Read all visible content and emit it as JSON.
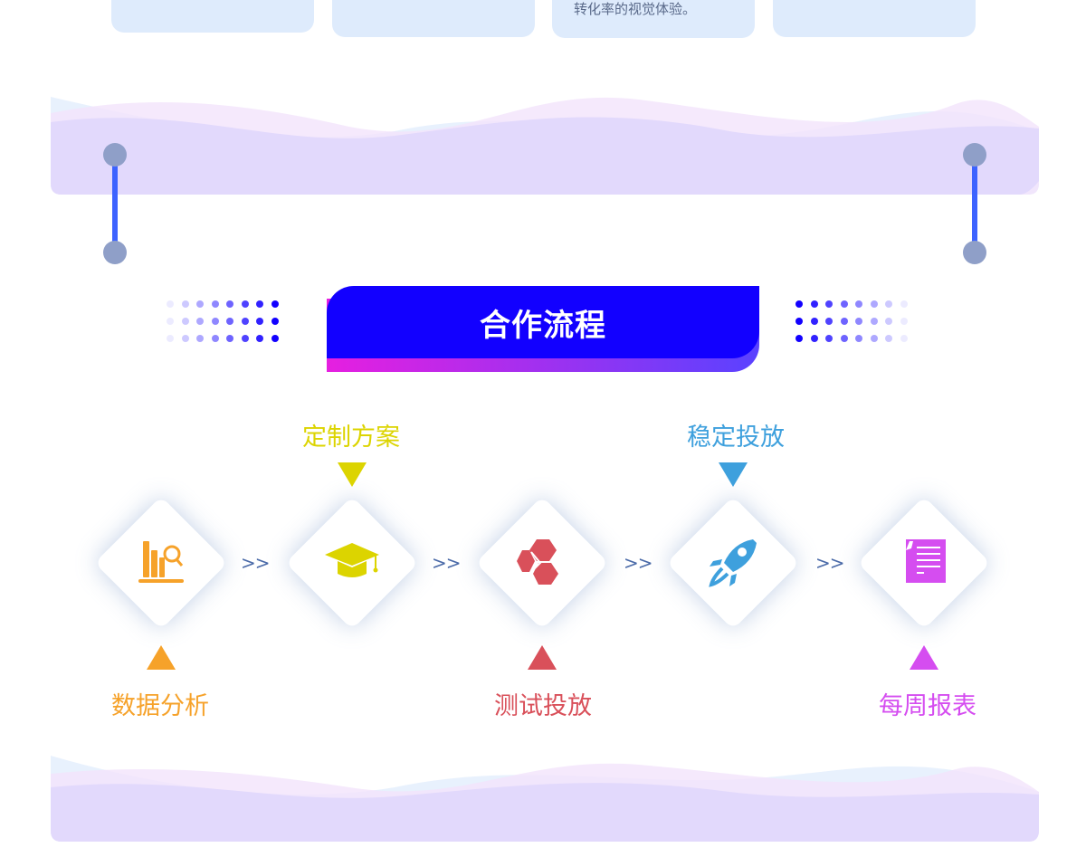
{
  "top_cards": [
    {
      "text": ""
    },
    {
      "text": ""
    },
    {
      "text": "转化率的视觉体验。"
    },
    {
      "text": ""
    }
  ],
  "section": {
    "title": "合作流程"
  },
  "steps": [
    {
      "label": "数据分析",
      "icon": "chart-search-icon",
      "color": "#f6a22a"
    },
    {
      "label": "定制方案",
      "icon": "graduation-cap-icon",
      "color": "#dcd400"
    },
    {
      "label": "测试投放",
      "icon": "cubes-icon",
      "color": "#d9505a"
    },
    {
      "label": "稳定投放",
      "icon": "rocket-icon",
      "color": "#3ea0dd"
    },
    {
      "label": "每周报表",
      "icon": "document-icon",
      "color": "#d54df0"
    }
  ],
  "separator": ">>"
}
